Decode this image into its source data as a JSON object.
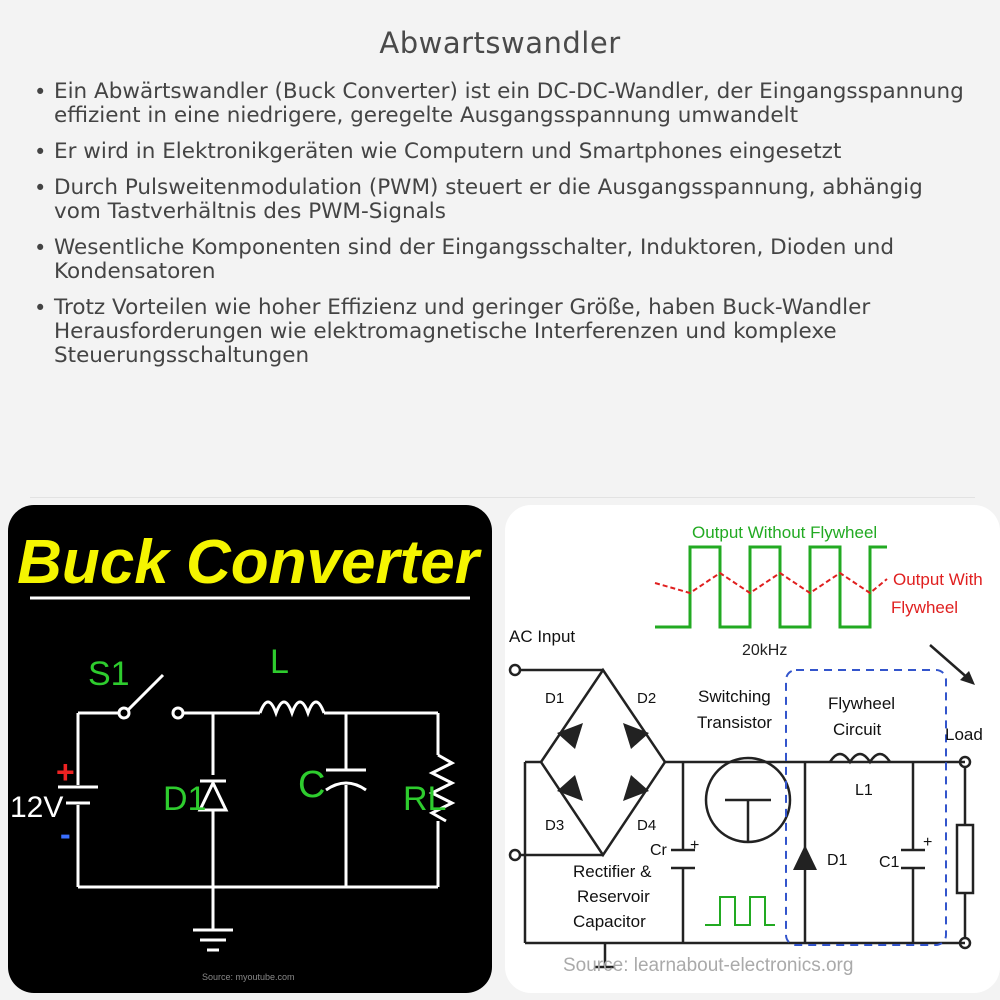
{
  "page": {
    "title": "Abwartswandler",
    "bullets": [
      "Ein Abwärtswandler (Buck Converter) ist ein DC-DC-Wandler, der Eingangsspannung effizient in eine niedrigere, geregelte Ausgangsspannung umwandelt",
      "Er wird in Elektronikgeräten wie Computern und Smartphones eingesetzt",
      "Durch Pulsweitenmodulation (PWM) steuert er die Ausgangsspannung, abhängig vom Tastverhältnis des PWM-Signals",
      "Wesentliche Komponenten sind der Eingangsschalter, Induktoren, Dioden und Kondensatoren",
      "Trotz Vorteilen wie hoher Effizienz und geringer Größe, haben Buck-Wandler Herausforderungen wie elektromagnetische Interferenzen und komplexe Steuerungsschaltungen"
    ]
  },
  "left_image": {
    "heading": "Buck Converter",
    "switch_label": "S1",
    "inductor_label": "L",
    "diode_label": "D1",
    "capacitor_label": "C",
    "load_label": "RL",
    "voltage_label": "12V",
    "plus_sign": "+",
    "minus_sign": "-",
    "source": "Source: myoutube.com"
  },
  "right_image": {
    "wave_title": "Output Without Flywheel",
    "wave_with_1": "Output With",
    "wave_with_2": "Flywheel",
    "frequency": "20kHz",
    "ac_input": "AC Input",
    "d1": "D1",
    "d2": "D2",
    "d3": "D3",
    "d4": "D4",
    "switching_1": "Switching",
    "switching_2": "Transistor",
    "flywheel_1": "Flywheel",
    "flywheel_2": "Circuit",
    "l1": "L1",
    "load": "Load",
    "cr": "Cr",
    "rect_1": "Rectifier &",
    "rect_2": "Reservoir",
    "rect_3": "Capacitor",
    "d1b": "D1",
    "c1": "C1",
    "plus": "+",
    "source": "Source: learnabout-electronics.org"
  },
  "colors": {
    "background": "#f3f3f3",
    "text": "#444444",
    "yellow": "#f5f500",
    "green": "#2ecc2e",
    "red": "#ee2222",
    "wave_green": "#22aa22",
    "wave_red": "#e02020",
    "dash_blue": "#3355cc"
  }
}
